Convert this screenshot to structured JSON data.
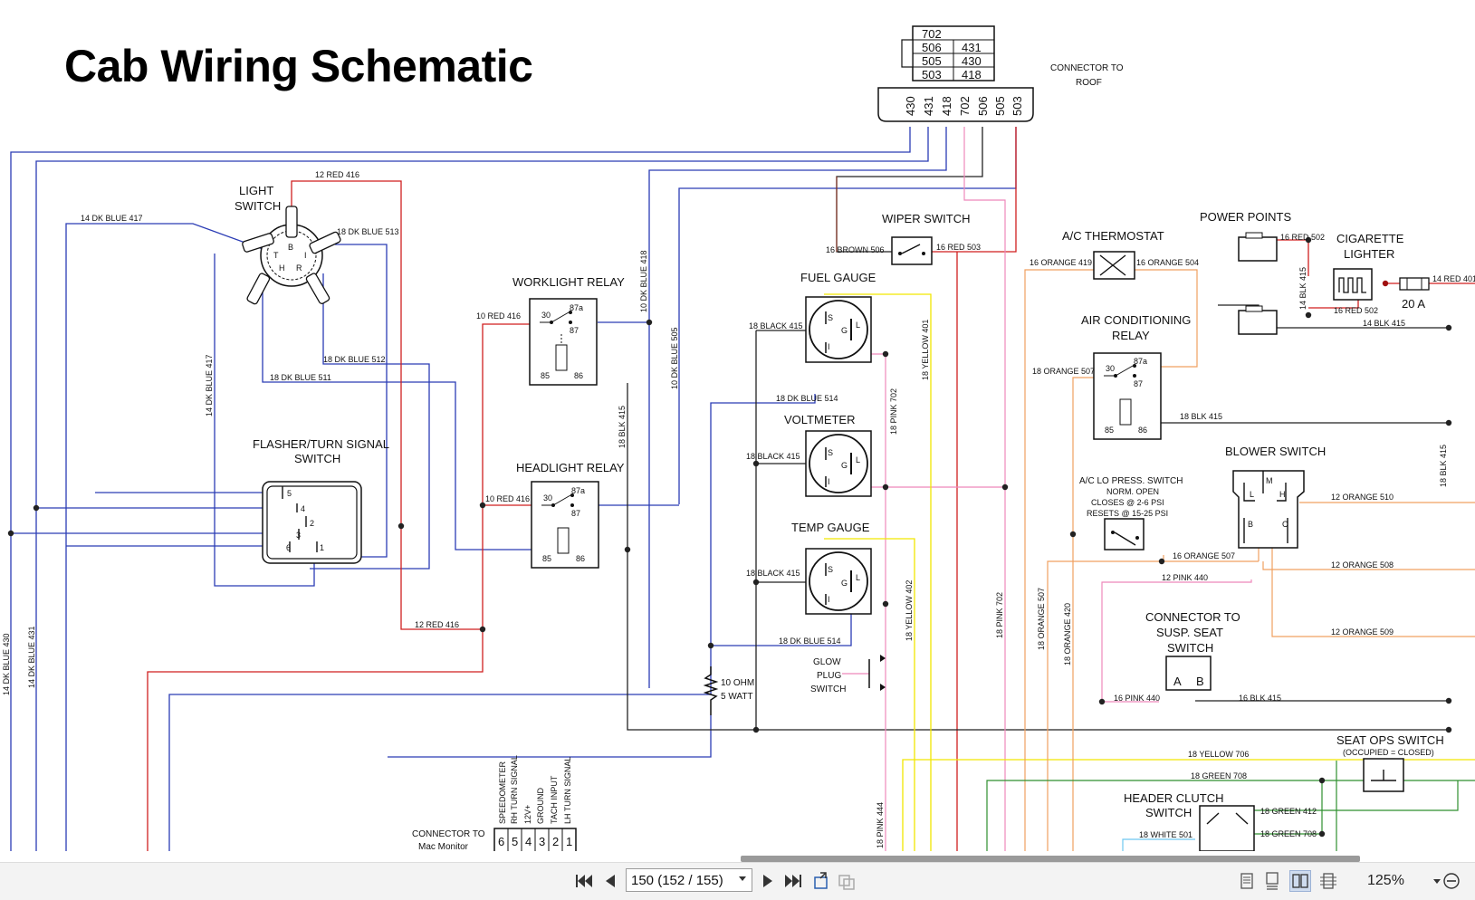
{
  "document": {
    "title": "Cab Wiring Schematic"
  },
  "connector_roof": {
    "label_line1": "CONNECTOR TO",
    "label_line2": "ROOF",
    "top_rows": [
      [
        "702",
        ""
      ],
      [
        "506",
        "431"
      ],
      [
        "505",
        "430"
      ],
      [
        "503",
        "418"
      ]
    ],
    "pins": [
      "430",
      "431",
      "418",
      "702",
      "506",
      "505",
      "503"
    ]
  },
  "components": {
    "light_switch": [
      "LIGHT",
      "SWITCH"
    ],
    "light_switch_pins": [
      "B",
      "T",
      "I",
      "H",
      "R"
    ],
    "worklight_relay": "WORKLIGHT RELAY",
    "headlight_relay": "HEADLIGHT RELAY",
    "relay_pins": [
      "30",
      "87a",
      "87",
      "85",
      "86"
    ],
    "flasher": [
      "FLASHER/TURN SIGNAL",
      "SWITCH"
    ],
    "flasher_pins": [
      "5",
      "4",
      "2",
      "3",
      "6",
      "1"
    ],
    "wiper_switch": "WIPER SWITCH",
    "fuel_gauge": "FUEL GAUGE",
    "voltmeter": "VOLTMETER",
    "temp_gauge": "TEMP GAUGE",
    "gauge_pins": [
      "S",
      "G",
      "L",
      "I"
    ],
    "resistor": [
      "10 OHM",
      "5 WATT"
    ],
    "glow_plug": [
      "GLOW",
      "PLUG",
      "SWITCH"
    ],
    "ac_thermostat": "A/C THERMOSTAT",
    "power_points": "POWER POINTS",
    "cigarette": [
      "CIGARETTE",
      "LIGHTER"
    ],
    "fuse": "20 A",
    "ac_relay": [
      "AIR CONDITIONING",
      "RELAY"
    ],
    "ac_lo_press": [
      "A/C LO PRESS. SWITCH",
      "NORM. OPEN",
      "CLOSES @ 2-6 PSI",
      "RESETS @ 15-25 PSI"
    ],
    "blower_switch": "BLOWER SWITCH",
    "blower_pins": [
      "L",
      "M",
      "H",
      "B",
      "C"
    ],
    "susp_seat": [
      "CONNECTOR TO",
      "SUSP. SEAT",
      "SWITCH"
    ],
    "susp_seat_pins": [
      "A",
      "B"
    ],
    "seat_ops": [
      "SEAT OPS SWITCH",
      "(OCCUPIED = CLOSED)"
    ],
    "header_clutch": [
      "HEADER CLUTCH",
      "SWITCH"
    ],
    "mac_connector": [
      "CONNECTOR TO",
      "Mac Monitor"
    ],
    "mac_pins": [
      "6",
      "5",
      "4",
      "3",
      "2",
      "1"
    ],
    "mac_signals": [
      "SPEEDOMETER",
      "RH TURN SIGNAL",
      "12V+",
      "GROUND",
      "TACH INPUT",
      "LH TURN SIGNAL"
    ]
  },
  "wire_labels": {
    "red416_top": "12 RED 416",
    "dkblue417": "14 DK BLUE 417",
    "dkblue513": "18 DK BLUE 513",
    "dkblue512": "18 DK BLUE 512",
    "dkblue511": "18 DK BLUE 511",
    "dkblue417_v": "14 DK BLUE 417",
    "dkblue418_v": "10 DK BLUE 418",
    "dkblue505_v": "10 DK BLUE 505",
    "red416_wl": "10 RED 416",
    "red416_hl": "10 RED 416",
    "blk415_v": "18 BLK 415",
    "red416_low": "12 RED 416",
    "dkblue430_v": "14 DK BLUE 430",
    "dkblue431_v": "14 DK BLUE 431",
    "brown506": "16 BROWN 506",
    "red503": "16 RED 503",
    "black415_a": "18 BLACK 415",
    "black415_b": "18 BLACK 415",
    "black415_c": "18 BLACK 415",
    "dkblue514_a": "18 DK BLUE 514",
    "dkblue514_b": "18 DK BLUE 514",
    "yellow401": "18 YELLOW 401",
    "pink702_a": "18 PINK 702",
    "yellow402": "18 YELLOW 402",
    "pink702_b": "18 PINK 702",
    "pink444": "18 PINK 444",
    "orange419": "16 ORANGE 419",
    "orange504": "16 ORANGE 504",
    "orange507_a": "18 ORANGE 507",
    "blk415_ac": "18 BLK 415",
    "orange507_v": "18 ORANGE 507",
    "orange420_v": "18 ORANGE 420",
    "orange507_b": "16 ORANGE 507",
    "pink440_a": "12 PINK 440",
    "pink440_b": "16 PINK 440",
    "blk415_seat": "16 BLK 415",
    "red502_a": "16 RED 502",
    "red502_b": "16 RED 502",
    "blk415_pp_v": "14 BLK 415",
    "blk415_pp": "14 BLK 415",
    "red401": "14 RED 401",
    "blk415_right_v": "18 BLK 415",
    "orange510": "12 ORANGE 510",
    "orange508": "12 ORANGE 508",
    "orange509": "12 ORANGE 509",
    "yellow706": "18 YELLOW 706",
    "green708_a": "18 GREEN 708",
    "green412": "18 GREEN 412",
    "green708_b": "18 GREEN 708",
    "white501": "18 WHITE 501"
  },
  "colors": {
    "blue": "#2b3cb5",
    "red": "#d01f1f",
    "black": "#222222",
    "pink": "#ee88bb",
    "yellow": "#f2e600",
    "orange": "#f0a060",
    "brown": "#8a3b2b",
    "green": "#2f8f2f",
    "cyan": "#6ec8f0"
  },
  "toolbar": {
    "page_value": "150 (152 / 155)",
    "zoom": "125%",
    "icons": [
      "first-page-icon",
      "previous-page-icon",
      "next-page-icon",
      "last-page-icon",
      "fit-page-icon",
      "fit-width-icon",
      "single-page-icon",
      "continuous-page-icon",
      "two-page-icon",
      "scroll-mode-icon",
      "zoom-out-icon"
    ]
  }
}
